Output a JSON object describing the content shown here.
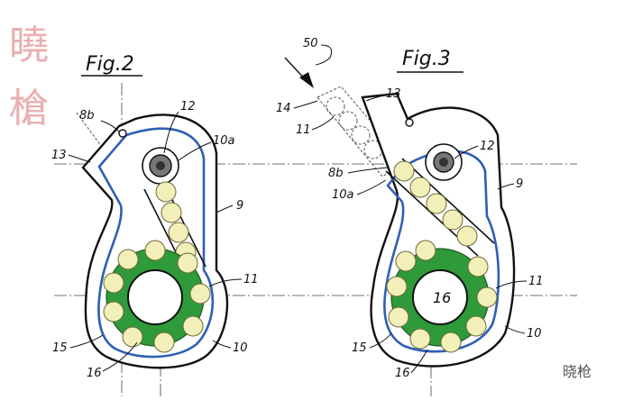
{
  "watermark": {
    "cn_char_1": "曉",
    "cn_char_2": "槍",
    "corner_text": "晓枪"
  },
  "fig2": {
    "title": "Fig.2",
    "labels": {
      "l8b": "8b",
      "l12": "12",
      "l10a": "10a",
      "l13": "13",
      "l9": "9",
      "l11": "11",
      "l15": "15",
      "l16": "16",
      "l10": "10"
    }
  },
  "fig3": {
    "title": "Fig.3",
    "labels": {
      "l50": "50",
      "l13": "13",
      "l14": "14",
      "l11a": "11",
      "l12": "12",
      "l8b": "8b",
      "l10a": "10a",
      "l9": "9",
      "l16": "16",
      "l11b": "11",
      "l15": "15",
      "l16b": "16",
      "l10": "10"
    }
  },
  "colors": {
    "gear": "#2e9a3a",
    "channel": "#2f5fb5",
    "ball": "#f3efb8",
    "watermark": "#e6a3a3"
  }
}
